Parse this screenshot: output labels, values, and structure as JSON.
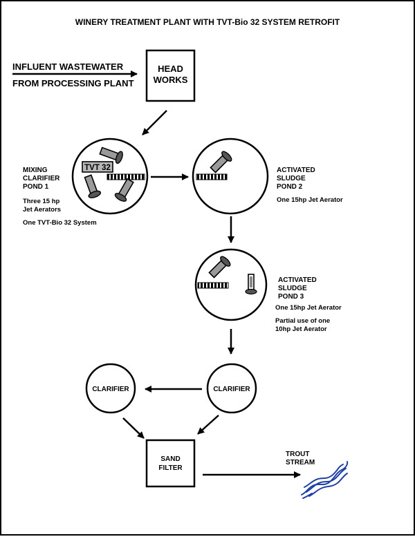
{
  "title": "WINERY TREATMENT PLANT WITH TVT-Bio 32 SYSTEM RETROFIT",
  "influent": {
    "line1": "INFLUENT WASTEWATER",
    "line2": "FROM PROCESSING PLANT"
  },
  "headworks": {
    "line1": "HEAD",
    "line2": "WORKS"
  },
  "pond1": {
    "tvt_label": "TVT 32",
    "name_line1": "MIXING",
    "name_line2": "CLARIFIER",
    "name_line3": "POND 1",
    "aerators_line1": "Three 15 hp",
    "aerators_line2": "Jet Aerators",
    "system": "One TVT-Bio 32 System"
  },
  "pond2": {
    "name_line1": "ACTIVATED",
    "name_line2": "SLUDGE",
    "name_line3": "POND 2",
    "aerators": "One 15hp Jet Aerator"
  },
  "pond3": {
    "name_line1": "ACTIVATED",
    "name_line2": "SLUDGE",
    "name_line3": "POND 3",
    "aerators": "One 15hp Jet Aerator",
    "partial_line1": "Partial use of one",
    "partial_line2": "10hp Jet Aerator"
  },
  "clarifier_left": {
    "label": "CLARIFIER"
  },
  "clarifier_right": {
    "label": "CLARIFIER"
  },
  "sand_filter": {
    "line1": "SAND",
    "line2": "FILTER"
  },
  "trout_stream": {
    "line1": "TROUT",
    "line2": "STREAM"
  },
  "colors": {
    "stream": "#1f3fa6",
    "aerator_fill": "#9a9a9a",
    "tvt_fill": "#b8b8b8"
  }
}
